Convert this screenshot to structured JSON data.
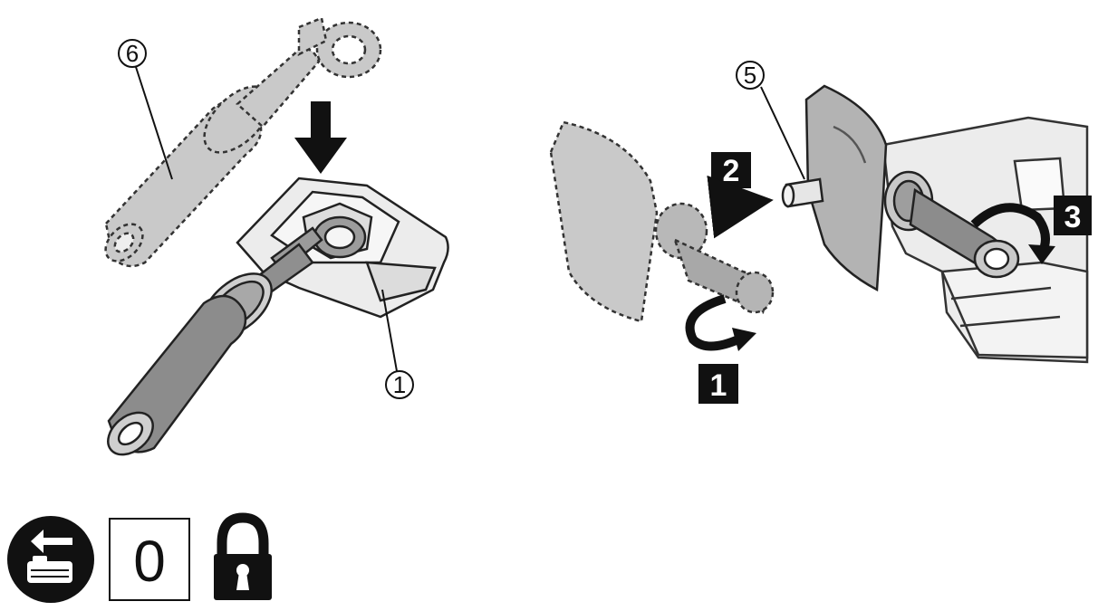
{
  "callouts": {
    "part_1": "1",
    "part_5": "5",
    "part_6": "6"
  },
  "steps": {
    "step_1": "1",
    "step_2": "2",
    "step_3": "3"
  },
  "symbols": {
    "switch_position": "0",
    "icons": [
      "remove-battery-icon",
      "lock-icon"
    ]
  },
  "colors": {
    "ink": "#111111",
    "part_fill": "#b5b5b5",
    "dashed_fill": "#c9c9c9",
    "body_fill": "#ececec"
  }
}
